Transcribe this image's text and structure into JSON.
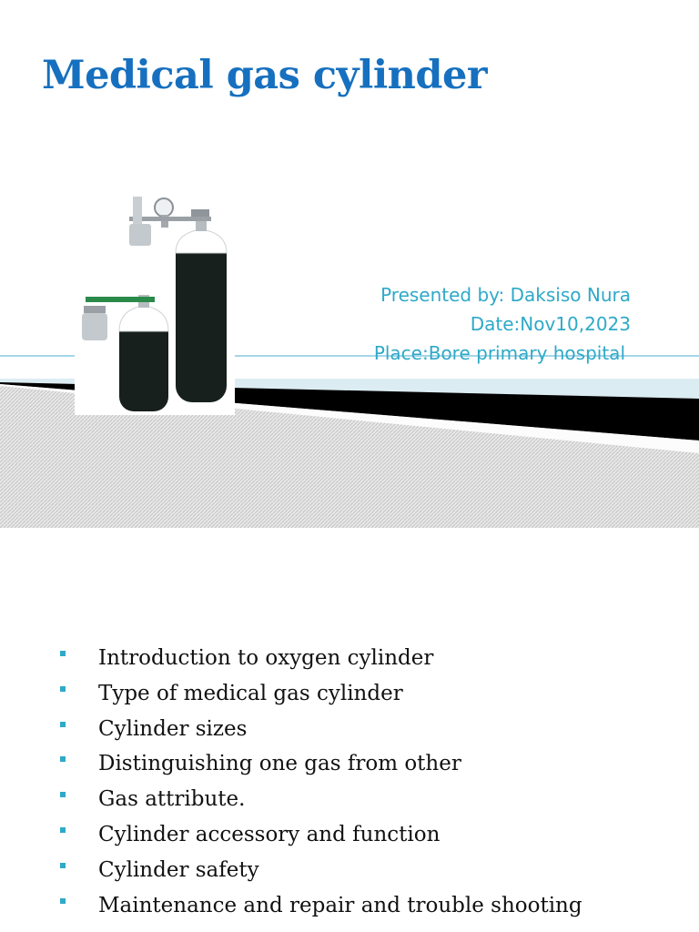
{
  "slide": {
    "title": "Medical gas cylinder",
    "presenter": {
      "presented_by": "Presented by: Daksiso Nura",
      "date": "Date:Nov10,2023",
      "place": "Place:Bore primary hospital"
    },
    "image": {
      "icon": "oxygen-cylinders-image"
    },
    "agenda": [
      "Introduction to oxygen cylinder",
      "Type of medical  gas cylinder",
      "Cylinder sizes",
      "Distinguishing one gas from other",
      "Gas attribute.",
      "Cylinder accessory and function",
      "Cylinder safety",
      "Maintenance and repair and trouble shooting"
    ],
    "colors": {
      "title": "#1670bf",
      "accent": "#2fa9c8",
      "band_dark": "#000000",
      "band_light": "#dcecf3"
    }
  }
}
